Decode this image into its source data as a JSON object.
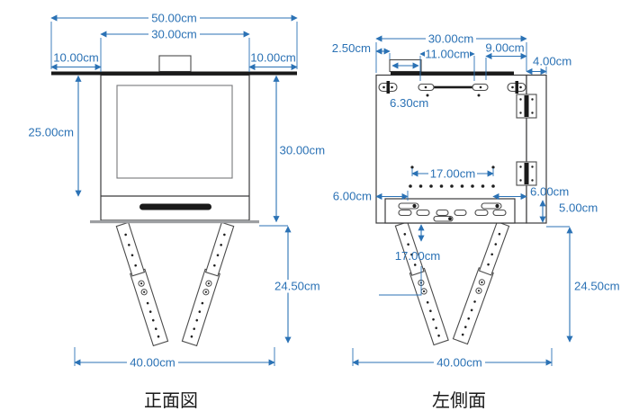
{
  "captions": {
    "front_view": "正面図",
    "side_view": "左側面"
  },
  "front": {
    "dim_total_width": "50.00cm",
    "dim_inner_width": "30.00cm",
    "dim_left_overhang": "10.00cm",
    "dim_right_overhang": "10.00cm",
    "dim_screen_height": "25.00cm",
    "dim_body_height": "30.00cm",
    "dim_leg_height": "24.50cm",
    "dim_base_width": "40.00cm"
  },
  "side": {
    "dim_top_width": "30.00cm",
    "dim_tab_offset": "2.50cm",
    "dim_slot_span": "11.00cm",
    "dim_right_span": "9.00cm",
    "dim_depth": "4.00cm",
    "dim_knob_width": "6.30cm",
    "dim_hole_span": "17.00cm",
    "dim_left_inset": "6.00cm",
    "dim_right_inset": "6.00cm",
    "dim_rail_height": "5.00cm",
    "dim_leg_joint": "17.00cm",
    "dim_leg_height": "24.50cm",
    "dim_base_width": "40.00cm"
  },
  "colors": {
    "dimension": "#2b72b5",
    "outline": "#3b3b3c",
    "black": "#1a1a1a",
    "gray": "#9d9fa2"
  }
}
